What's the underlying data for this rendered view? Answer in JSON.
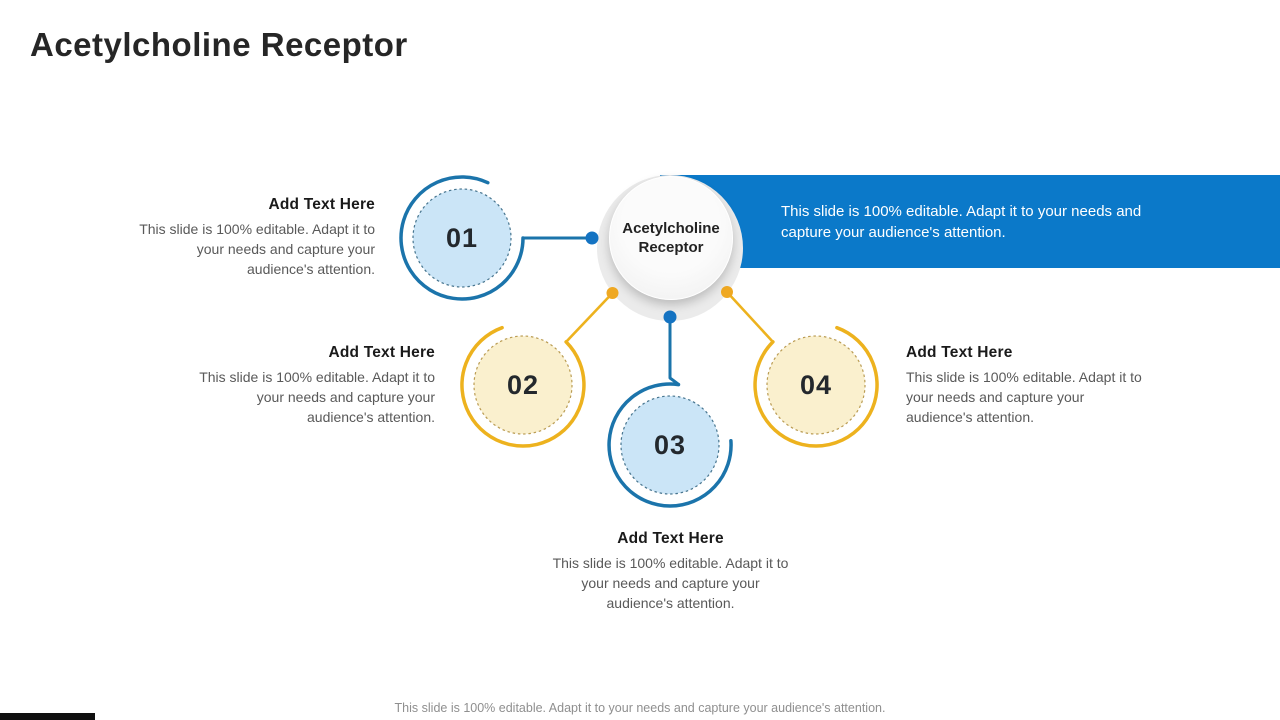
{
  "slide": {
    "title": "Acetylcholine Receptor",
    "center": {
      "label": "Acetylcholine Receptor"
    },
    "banner": {
      "text": "This slide is 100% editable. Adapt it to your needs and capture your audience's attention."
    },
    "items": [
      {
        "number": "01",
        "heading": "Add Text Here",
        "body": "This slide is 100% editable. Adapt it to your needs and capture your audience's attention.",
        "color": "blue"
      },
      {
        "number": "02",
        "heading": "Add Text Here",
        "body": "This slide is 100% editable. Adapt it to your needs and capture your audience's attention.",
        "color": "yellow"
      },
      {
        "number": "03",
        "heading": "Add Text Here",
        "body": "This slide is 100% editable. Adapt it to your needs and capture your audience's attention.",
        "color": "blue"
      },
      {
        "number": "04",
        "heading": "Add Text Here",
        "body": "This slide is 100% editable. Adapt it to your needs and capture your audience's attention.",
        "color": "yellow"
      }
    ],
    "footer": "This slide is 100% editable. Adapt it to your needs and capture your audience's attention.",
    "colors": {
      "banner_blue": "#0B79C9",
      "blue_arc": "#1B74AB",
      "blue_fill": "#CBE5F7",
      "blue_dashed_border": "#47758F",
      "yellow_arc": "#EDB21E",
      "yellow_fill": "#FAF0CE",
      "yellow_dashed_border": "#BA9C53",
      "dot_blue": "#1473C2",
      "dot_yellow": "#EFA822",
      "ring_gray": "#EBEBEB"
    }
  }
}
